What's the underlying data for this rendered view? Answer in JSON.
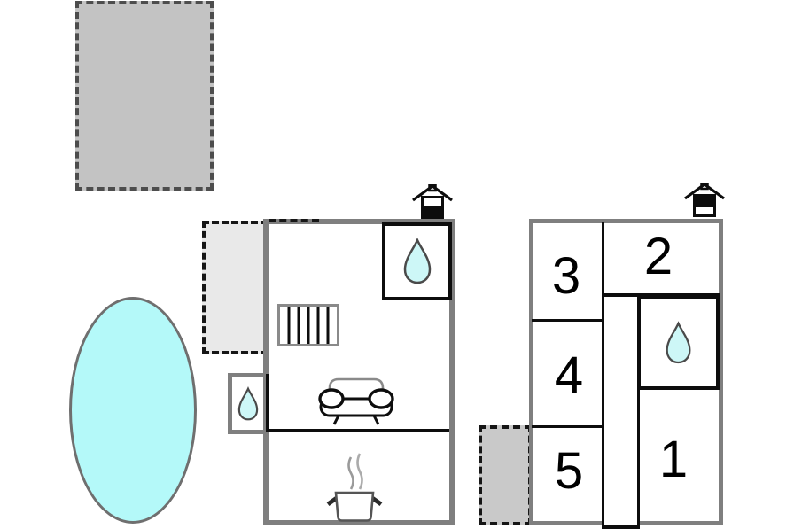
{
  "page": {
    "title": "holiday-home-floor-plan"
  },
  "colors": {
    "wall_gray": "#7f7f7f",
    "interior_wall_black": "#0d0d0d",
    "pool_fill": "#b4f9f9",
    "pool_border": "#6f6f6f",
    "water_drop_fill": "#cdf7f7",
    "water_drop_outline": "#4a4a4a",
    "terrace_top_fill": "#c3c3c3",
    "terrace_side_fill": "#e9e9e9",
    "terrace_right_fill": "#c9c9c9",
    "dash_dark_gray": "#4d4d4d",
    "dash_black": "#161616",
    "stairs_border": "#8a8a8a",
    "steam_gray": "#9a9a9a"
  },
  "ground_floor": {
    "icons": [
      "chimney-icon",
      "water-drop-icon",
      "stairs-icon",
      "sofa-icon",
      "cooking-pot-icon",
      "water-drop-icon"
    ]
  },
  "first_floor": {
    "room_labels": [
      "1",
      "2",
      "3",
      "4",
      "5"
    ],
    "icons": [
      "chimney-icon",
      "water-drop-icon"
    ]
  }
}
